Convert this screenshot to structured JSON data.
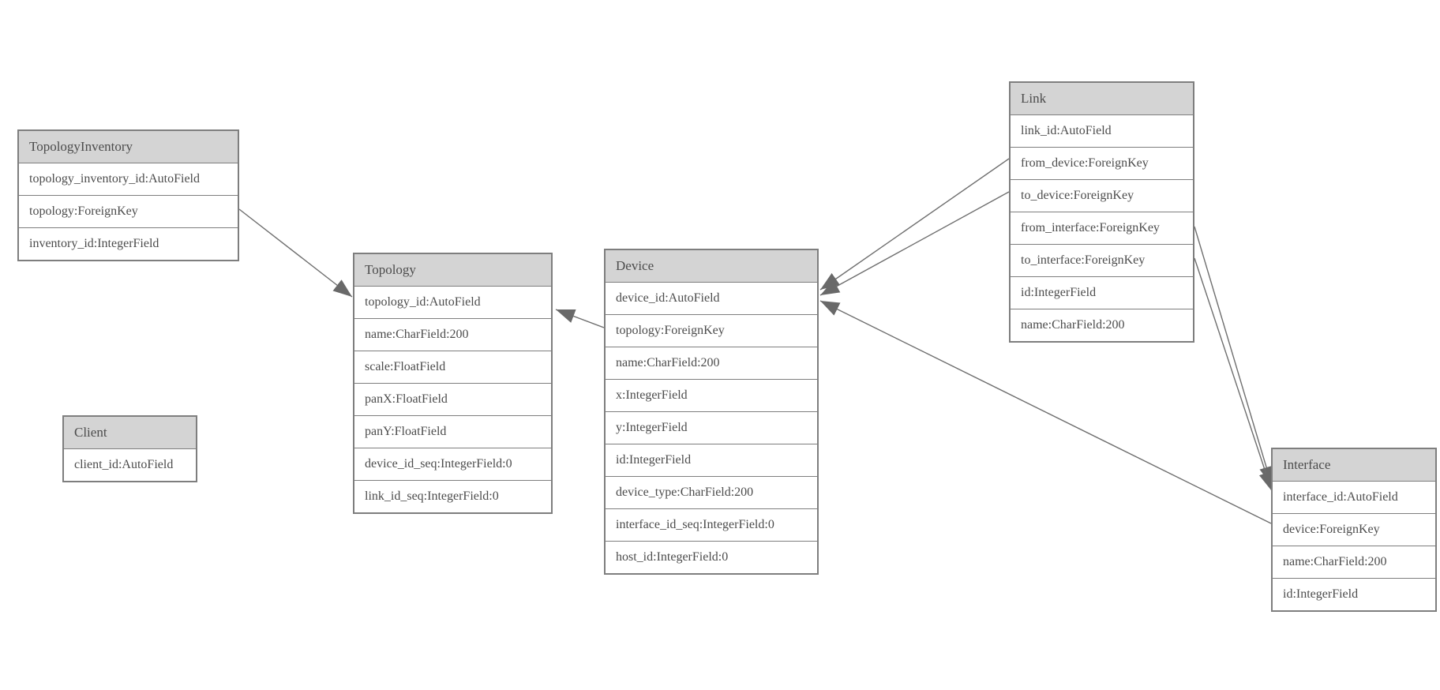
{
  "diagram": {
    "type": "entity-relationship-model",
    "colors": {
      "background": "#ffffff",
      "entity_header_fill": "#d4d4d4",
      "entity_border": "#7e7e7e",
      "text": "#4c4c4c",
      "relationship_line": "#6e6e6e",
      "arrowhead_fill": "#696969"
    },
    "entities": [
      {
        "name": "TopologyInventory",
        "fields": [
          "topology_inventory_id:AutoField",
          "topology:ForeignKey",
          "inventory_id:IntegerField"
        ]
      },
      {
        "name": "Topology",
        "fields": [
          "topology_id:AutoField",
          "name:CharField:200",
          "scale:FloatField",
          "panX:FloatField",
          "panY:FloatField",
          "device_id_seq:IntegerField:0",
          "link_id_seq:IntegerField:0"
        ]
      },
      {
        "name": "Client",
        "fields": [
          "client_id:AutoField"
        ]
      },
      {
        "name": "Device",
        "fields": [
          "device_id:AutoField",
          "topology:ForeignKey",
          "name:CharField:200",
          "x:IntegerField",
          "y:IntegerField",
          "id:IntegerField",
          "device_type:CharField:200",
          "interface_id_seq:IntegerField:0",
          "host_id:IntegerField:0"
        ]
      },
      {
        "name": "Link",
        "fields": [
          "link_id:AutoField",
          "from_device:ForeignKey",
          "to_device:ForeignKey",
          "from_interface:ForeignKey",
          "to_interface:ForeignKey",
          "id:IntegerField",
          "name:CharField:200"
        ]
      },
      {
        "name": "Interface",
        "fields": [
          "interface_id:AutoField",
          "device:ForeignKey",
          "name:CharField:200",
          "id:IntegerField"
        ]
      }
    ],
    "relationships": [
      {
        "from": "TopologyInventory.topology",
        "to": "Topology.topology_id"
      },
      {
        "from": "Device.topology",
        "to": "Topology.topology_id"
      },
      {
        "from": "Link.from_device",
        "to": "Device.device_id"
      },
      {
        "from": "Link.to_device",
        "to": "Device.device_id"
      },
      {
        "from": "Link.from_interface",
        "to": "Interface.interface_id"
      },
      {
        "from": "Link.to_interface",
        "to": "Interface.interface_id"
      },
      {
        "from": "Interface.device",
        "to": "Device.device_id"
      }
    ]
  }
}
